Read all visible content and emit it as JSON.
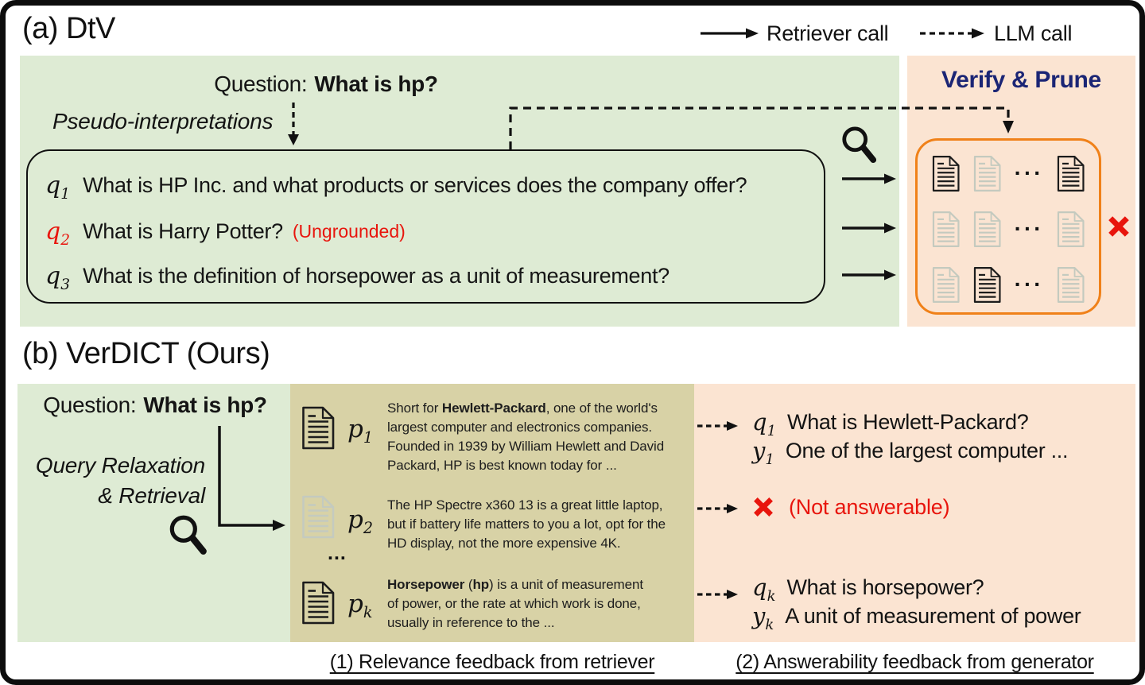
{
  "legend": {
    "retriever_label": "Retriever call",
    "llm_label": "LLM call"
  },
  "section_a": {
    "title": "(a) DtV",
    "question_prefix": "Question:",
    "question_bold": "What is hp?",
    "pseudo_label": "Pseudo-interpretations",
    "verify_prune_title": "Verify & Prune",
    "grid_dots": "···",
    "q1": {
      "base": "q",
      "sub": "1",
      "text": "What is HP Inc. and what products or services does the company offer?"
    },
    "q2": {
      "base": "q",
      "sub": "2",
      "text": "What is Harry Potter?",
      "note": "(Ungrounded)"
    },
    "q3": {
      "base": "q",
      "sub": "3",
      "text": "What is the definition of horsepower as a unit of measurement?"
    },
    "doc_rows": [
      {
        "c0": "dark",
        "c1": "light",
        "c2": "dark"
      },
      {
        "c0": "light",
        "c1": "light",
        "c2": "light"
      },
      {
        "c0": "light",
        "c1": "dark",
        "c2": "light"
      }
    ]
  },
  "section_b": {
    "title": "(b) VerDICT (Ours)",
    "question_prefix": "Question:",
    "question_bold": "What is hp?",
    "relax_line1": "Query Relaxation",
    "relax_line2": "& Retrieval",
    "ellipsis": "...",
    "p1": {
      "base": "p",
      "sub": "1",
      "tone": "dark",
      "l1a": "Short for ",
      "l1b": "Hewlett-Packard",
      "l1c": ", one of the world's",
      "l2": "largest computer and electronics companies.",
      "l3": "Founded in 1939 by William Hewlett and David",
      "l4": "Packard, HP is best known today for ..."
    },
    "p2": {
      "base": "p",
      "sub": "2",
      "tone": "light",
      "l1": "The HP Spectre x360 13 is a great little laptop,",
      "l2": "but if battery life matters to you a lot, opt for the",
      "l3": "HD display, not the more expensive 4K."
    },
    "pk": {
      "base": "p",
      "sub": "k",
      "tone": "dark",
      "l1a": "Horsepower",
      "l1b": " (",
      "l1c": "hp",
      "l1d": ") is a unit of measurement",
      "l2": "of power, or the rate at which work is done,",
      "l3": "usually in reference to the ..."
    },
    "out1": {
      "q_base": "q",
      "q_sub": "1",
      "q_text": "What is Hewlett-Packard?",
      "y_base": "y",
      "y_sub": "1",
      "y_text": "One of the largest computer ..."
    },
    "out2": {
      "note": "(Not answerable)"
    },
    "outk": {
      "q_base": "q",
      "q_sub": "k",
      "q_text": "What is horsepower?",
      "y_base": "y",
      "y_sub": "k",
      "y_text": "A unit of measurement of power"
    },
    "caption_left": "(1) Relevance feedback from retriever",
    "caption_right": "(2) Answerability feedback from generator"
  },
  "colors": {
    "panel_green": "#deebd4",
    "panel_khaki": "#d8d2a6",
    "panel_peach": "#fbe4d2",
    "orange_border": "#f08119",
    "navy_title": "#1b2575",
    "alert_red": "#e8150d"
  }
}
